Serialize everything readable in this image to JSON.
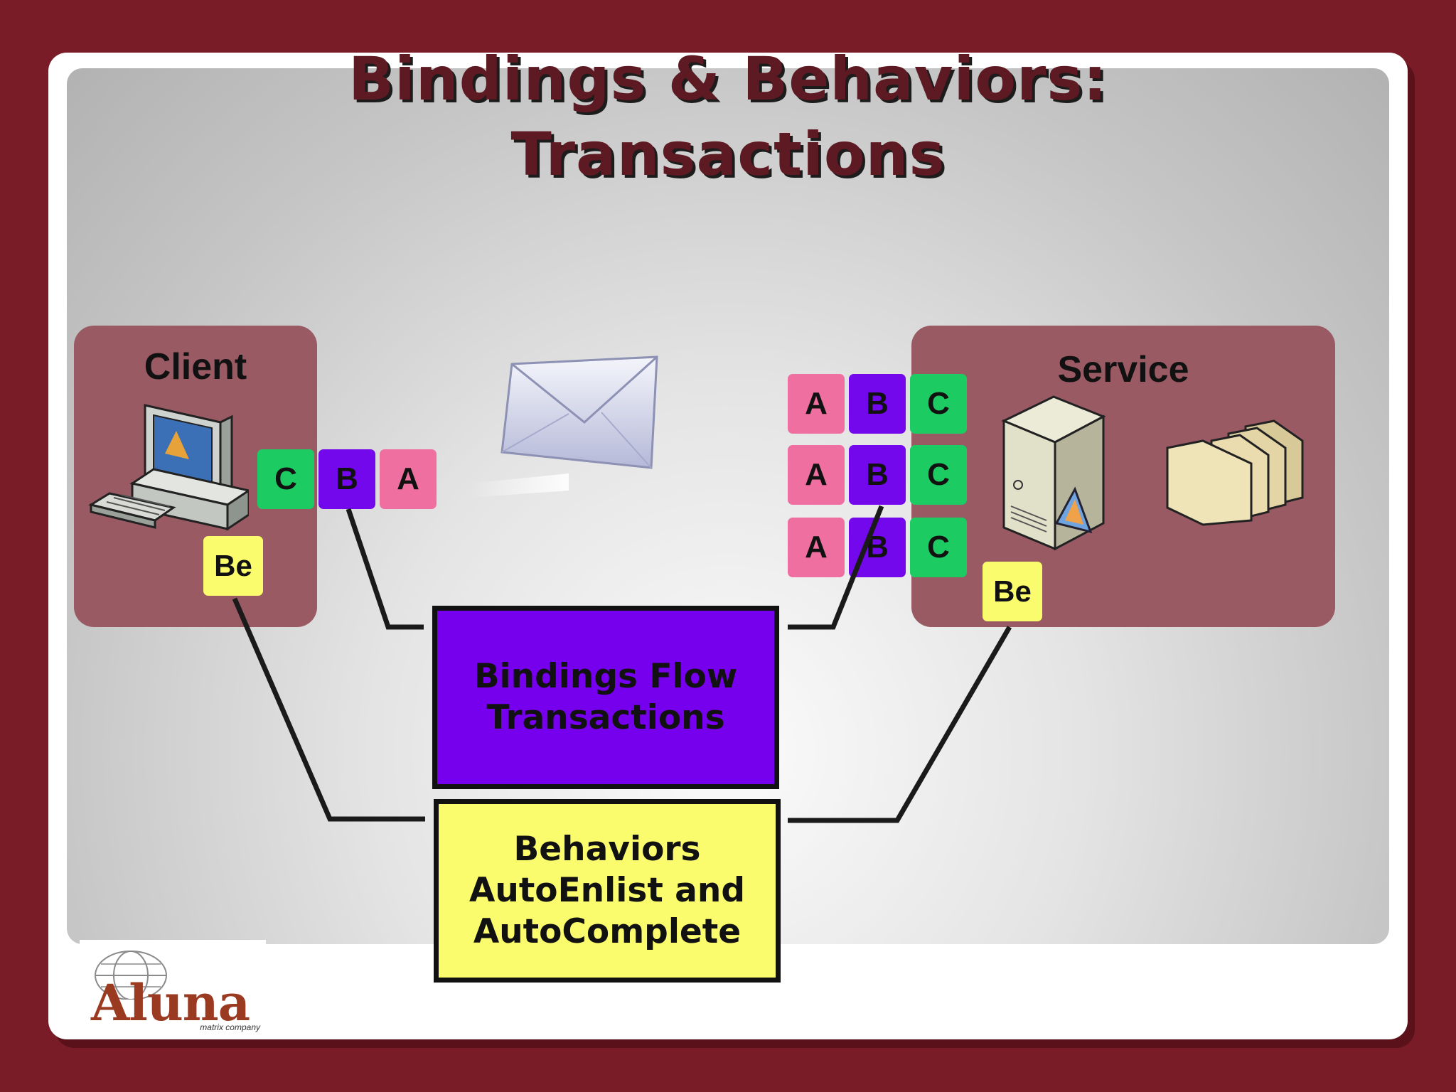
{
  "title": {
    "line1": "Bindings & Behaviors:",
    "line2": "Transactions"
  },
  "client": {
    "label": "Client",
    "tiles": [
      "C",
      "B",
      "A"
    ],
    "behavior_tile": "Be"
  },
  "service": {
    "label": "Service",
    "rows": [
      [
        "A",
        "B",
        "C"
      ],
      [
        "A",
        "B",
        "C"
      ],
      [
        "A",
        "B",
        "C"
      ]
    ],
    "behavior_tile": "Be"
  },
  "bindings_box": {
    "text": "Bindings Flow\nTransactions"
  },
  "behaviors_box": {
    "text": "Behaviors\nAutoEnlist and\nAutoComplete"
  },
  "logo": {
    "name": "Aluna",
    "tagline": "matrix company"
  },
  "colors": {
    "background": "#7a1c27",
    "region": "#9a5a63",
    "tile_a": "#ee6fa0",
    "tile_b": "#7308ec",
    "tile_c": "#1ccc63",
    "behavior_yellow": "#fbfb6e",
    "bindings_purple": "#7600ee"
  },
  "icons": [
    "computer-icon",
    "envelope-icon",
    "server-icon",
    "folders-icon",
    "globe-logo-icon"
  ]
}
